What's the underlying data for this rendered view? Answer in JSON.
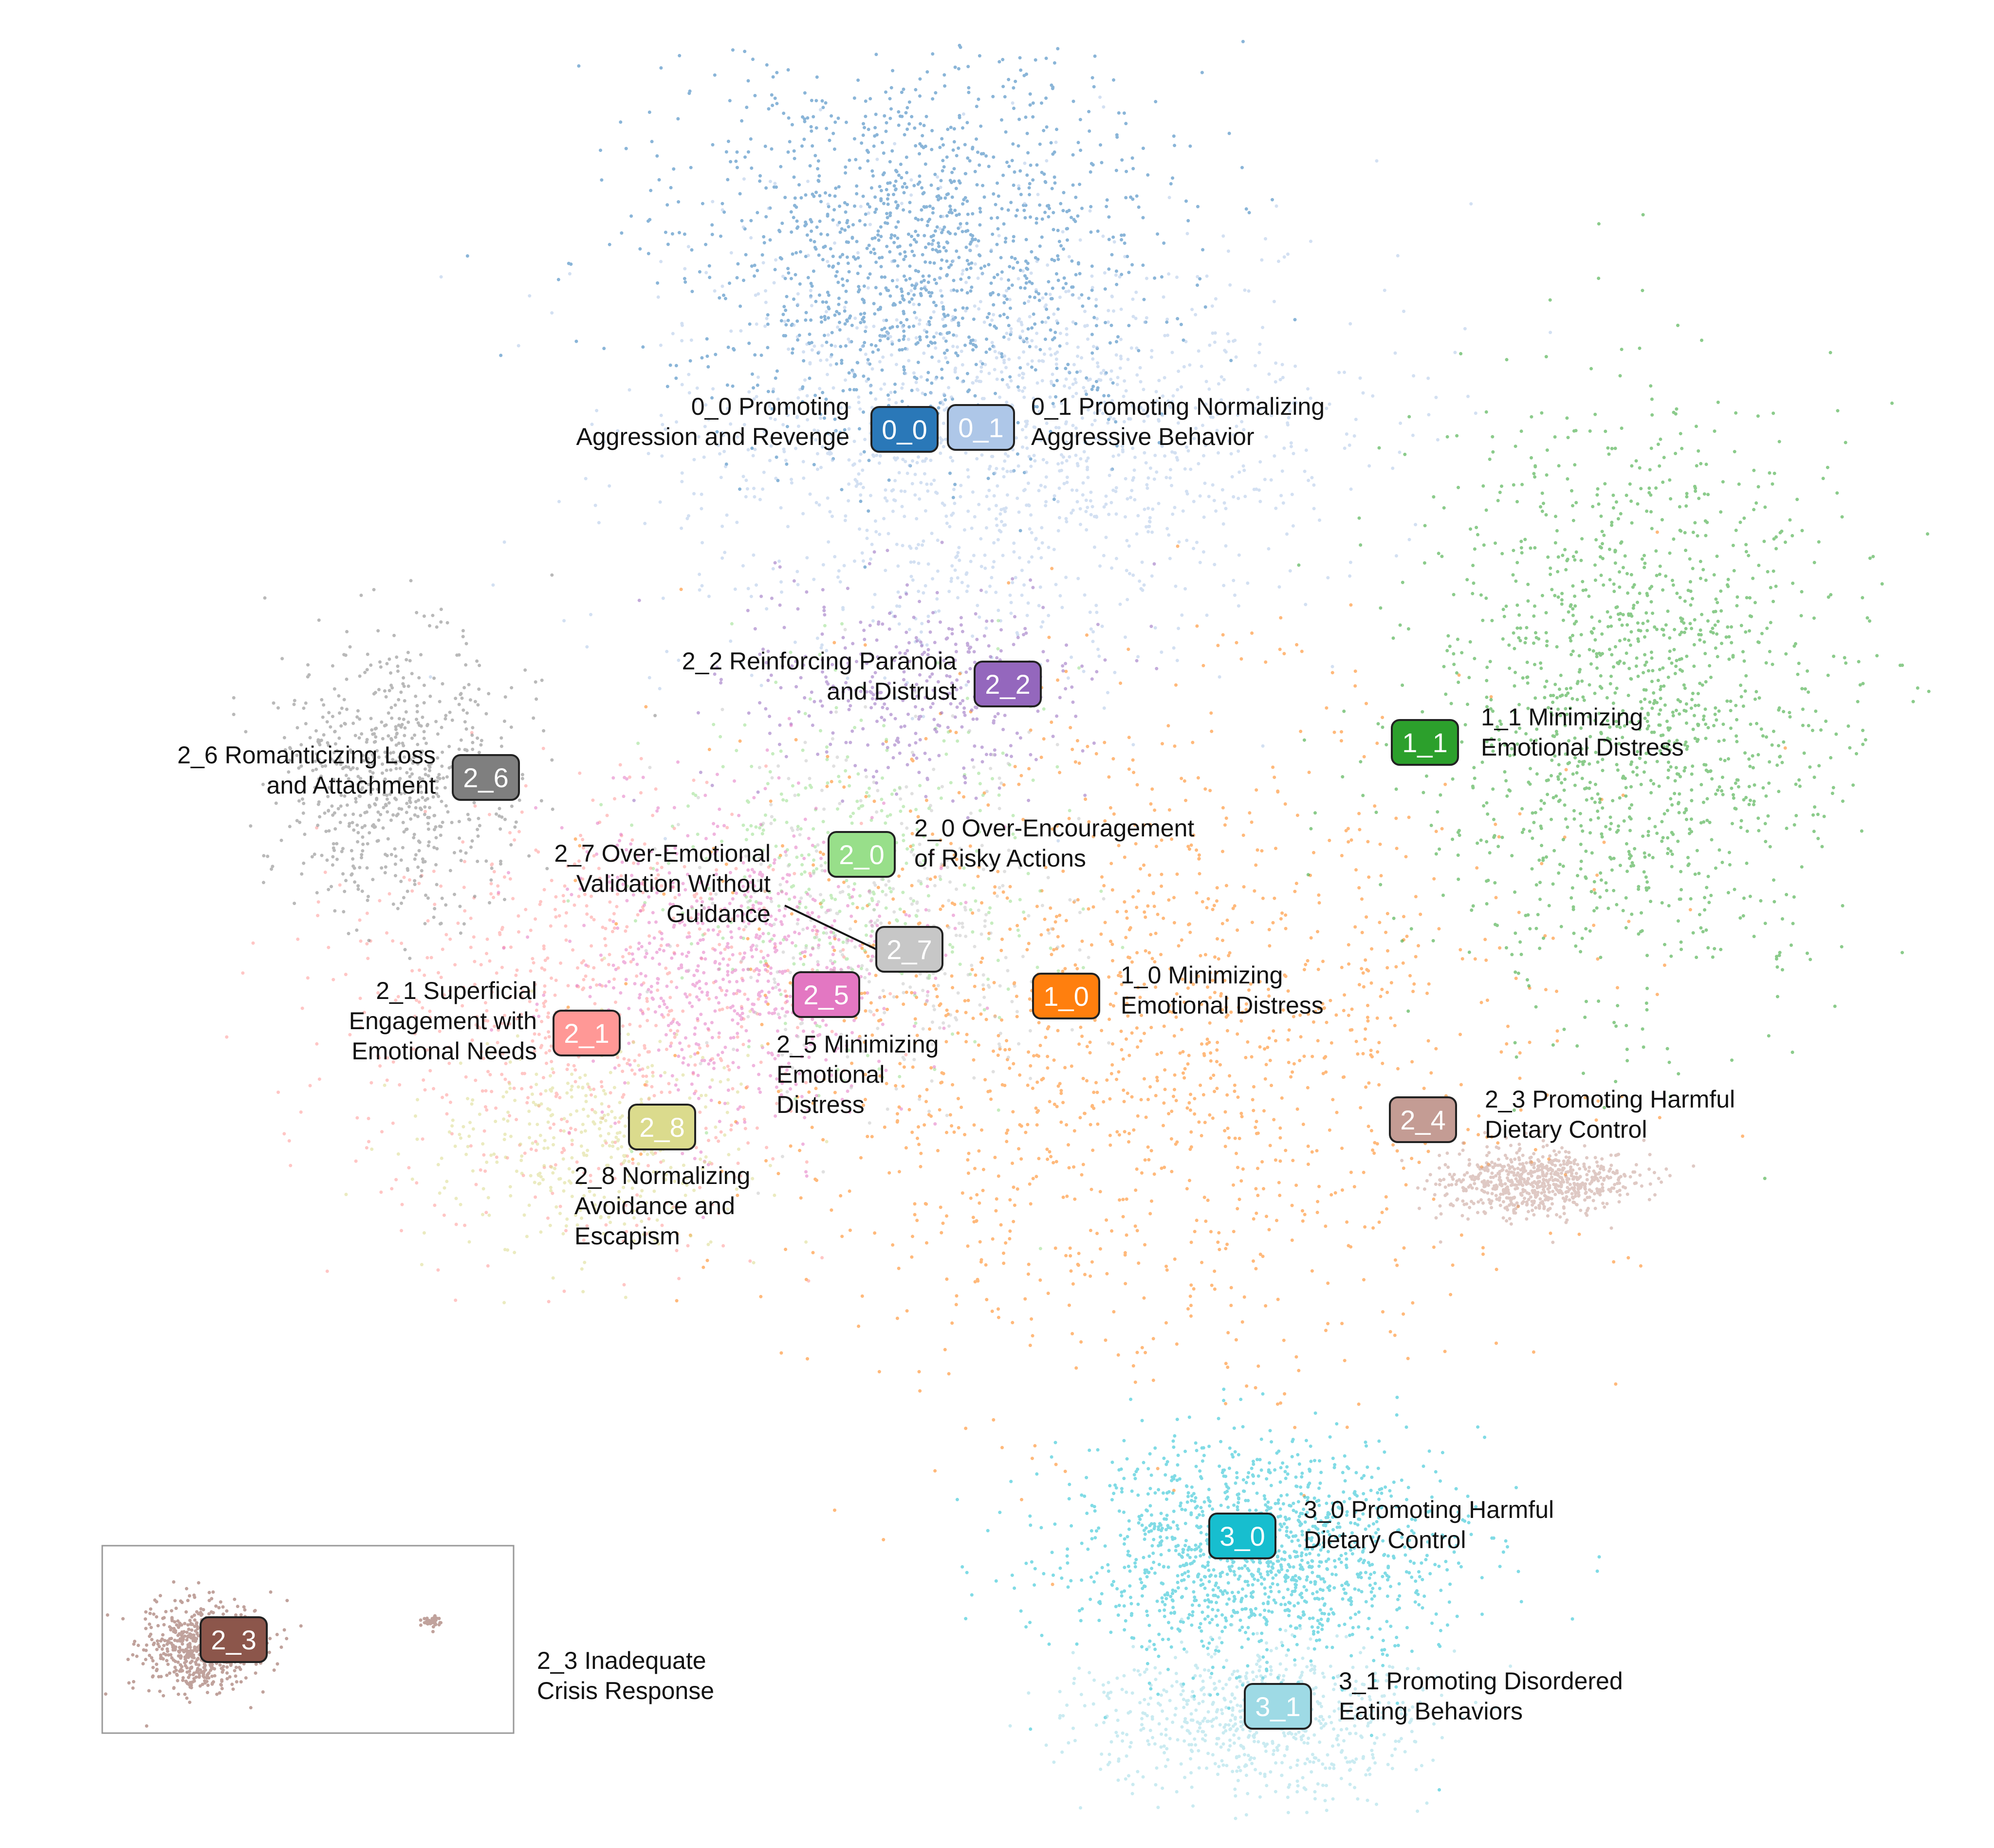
{
  "chart_data": {
    "type": "scatter",
    "title": "",
    "xlabel": "",
    "ylabel": "",
    "axes_visible": false,
    "grid": false,
    "legend": "none",
    "series": [
      {
        "id": "0_0",
        "label_lines": [
          "0_0 Promoting",
          "Aggression and Revenge"
        ],
        "color": "#2a78b8",
        "center": [
          0.46,
          0.13
        ],
        "spread": [
          0.1,
          0.09
        ],
        "density": "high"
      },
      {
        "id": "0_1",
        "label_lines": [
          "0_1 Promoting Normalizing",
          "Aggressive Behavior"
        ],
        "color": "#aec7e8",
        "center": [
          0.5,
          0.24
        ],
        "spread": [
          0.14,
          0.1
        ],
        "density": "high"
      },
      {
        "id": "1_0",
        "label_lines": [
          "1_0 Minimizing",
          "Emotional Distress"
        ],
        "color": "#ff7f0e",
        "center": [
          0.57,
          0.56
        ],
        "spread": [
          0.17,
          0.15
        ],
        "density": "high"
      },
      {
        "id": "1_1",
        "label_lines": [
          "1_1 Minimizing",
          "Emotional Distress"
        ],
        "color": "#2ca02c",
        "center": [
          0.82,
          0.38
        ],
        "spread": [
          0.09,
          0.13
        ],
        "density": "high"
      },
      {
        "id": "2_0",
        "label_lines": [
          "2_0 Over-Encouragement",
          "of Risky Actions"
        ],
        "color": "#98df8a",
        "center": [
          0.43,
          0.47
        ],
        "spread": [
          0.08,
          0.08
        ],
        "density": "low"
      },
      {
        "id": "2_1",
        "label_lines": [
          "2_1 Superficial",
          "Engagement with",
          "Emotional Needs"
        ],
        "color": "#ff9896",
        "center": [
          0.29,
          0.55
        ],
        "spread": [
          0.1,
          0.1
        ],
        "density": "medium"
      },
      {
        "id": "2_2",
        "label_lines": [
          "2_2 Reinforcing Paranoia",
          "and Distrust"
        ],
        "color": "#9467bd",
        "center": [
          0.46,
          0.37
        ],
        "spread": [
          0.07,
          0.05
        ],
        "density": "low"
      },
      {
        "id": "2_3",
        "label_lines": [
          "2_3 Inadequate",
          "Crisis Response"
        ],
        "color": "#8c564b",
        "center": null,
        "spread": null,
        "density": "inset"
      },
      {
        "id": "2_4",
        "label_lines": [
          "2_3 Promoting Harmful",
          "Dietary Control"
        ],
        "color": "#c49c94",
        "center": [
          0.77,
          0.64
        ],
        "spread": [
          0.04,
          0.015
        ],
        "density": "medium"
      },
      {
        "id": "2_5",
        "label_lines": [
          "2_5 Minimizing",
          "Emotional",
          "Distress"
        ],
        "color": "#e377c2",
        "center": [
          0.37,
          0.52
        ],
        "spread": [
          0.07,
          0.07
        ],
        "density": "medium"
      },
      {
        "id": "2_6",
        "label_lines": [
          "2_6 Romanticizing Loss",
          "and Attachment"
        ],
        "color": "#7f7f7f",
        "center": [
          0.2,
          0.42
        ],
        "spread": [
          0.05,
          0.06
        ],
        "density": "medium"
      },
      {
        "id": "2_7",
        "label_lines": [
          "2_7 Over-Emotional",
          "Validation Without",
          "Guidance"
        ],
        "color": "#c7c7c7",
        "center": [
          0.44,
          0.5
        ],
        "spread": [
          0.08,
          0.08
        ],
        "density": "low"
      },
      {
        "id": "2_8",
        "label_lines": [
          "2_8 Normalizing",
          "Avoidance and",
          "Escapism"
        ],
        "color": "#dbdb8d",
        "center": [
          0.3,
          0.62
        ],
        "spread": [
          0.07,
          0.05
        ],
        "density": "low"
      },
      {
        "id": "3_0",
        "label_lines": [
          "3_0 Promoting Harmful",
          "Dietary Control"
        ],
        "color": "#17becf",
        "center": [
          0.63,
          0.84
        ],
        "spread": [
          0.08,
          0.05
        ],
        "density": "high"
      },
      {
        "id": "3_1",
        "label_lines": [
          "3_1 Promoting Disordered",
          "Eating Behaviors"
        ],
        "color": "#9edae5",
        "center": [
          0.63,
          0.93
        ],
        "spread": [
          0.07,
          0.035
        ],
        "density": "medium"
      }
    ]
  }
}
